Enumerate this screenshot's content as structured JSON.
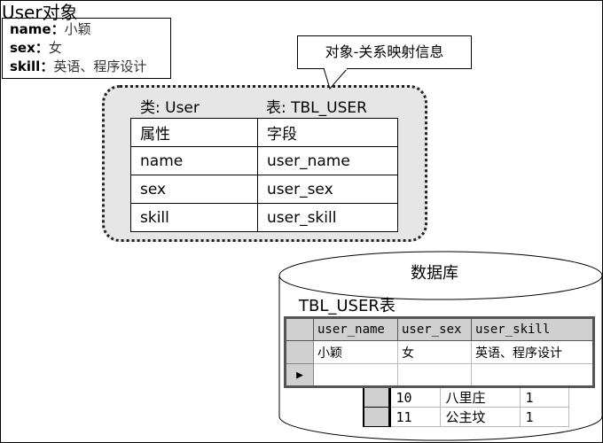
{
  "object": {
    "title": "User对象",
    "fields": [
      {
        "key": "name：",
        "value": "小颖"
      },
      {
        "key": "sex：",
        "value": "女"
      },
      {
        "key": "skill：",
        "value": "英语、程序设计"
      }
    ]
  },
  "callout": "对象-关系映射信息",
  "mapping": {
    "class_label": "类: User",
    "table_label": "表: TBL_USER",
    "rows": [
      [
        "属性",
        "字段"
      ],
      [
        "name",
        "user_name"
      ],
      [
        "sex",
        "user_sex"
      ],
      [
        "skill",
        "user_skill"
      ]
    ]
  },
  "database": {
    "title": "数据库",
    "table_title": "TBL_USER表",
    "columns": [
      "user_name",
      "user_sex",
      "user_skill"
    ],
    "rows": [
      [
        "小颖",
        "女",
        "英语、程序设计"
      ]
    ],
    "background_rows": [
      [
        "10",
        "八里庄",
        "1"
      ],
      [
        "11",
        "公主坟",
        "1"
      ]
    ]
  }
}
